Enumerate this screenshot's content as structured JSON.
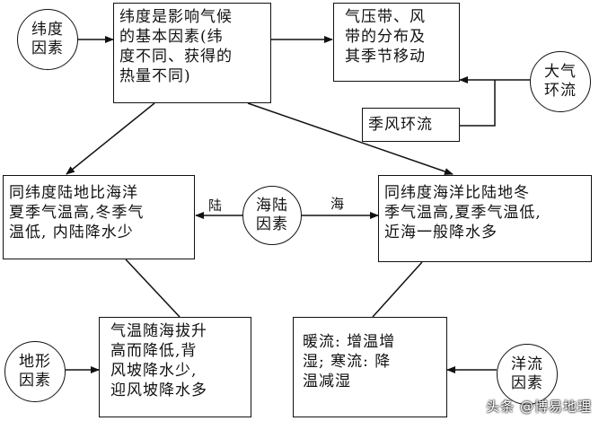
{
  "nodes": {
    "latitude_factor": "纬度\n因素",
    "latitude_box": "纬度是影响气候\n的基本因素(纬\n度不同、获得的\n热量不同)",
    "pressure_belts": "气压带、风\n带的分布及\n其季节移动",
    "atmos_circulation": "大气\n环流",
    "monsoon": "季风环流",
    "land_box": "同纬度陆地比海洋\n夏季气温高,冬季气\n温低, 内陆降水少",
    "sea_land_factor": "海陆\n因素",
    "ocean_box": "同纬度海洋比陆地冬\n季气温高,夏季气温低,\n近海一般降水多",
    "terrain_factor": "地形\n因素",
    "terrain_box": "气温随海拔升\n高而降低,背\n风坡降水少,\n迎风坡降水多",
    "current_box": "暖流: 增温增\n湿; 寒流: 降\n温减湿",
    "current_factor": "洋流\n因素"
  },
  "labels": {
    "land": "陆",
    "sea": "海"
  },
  "watermark": "头条 @博易地理"
}
